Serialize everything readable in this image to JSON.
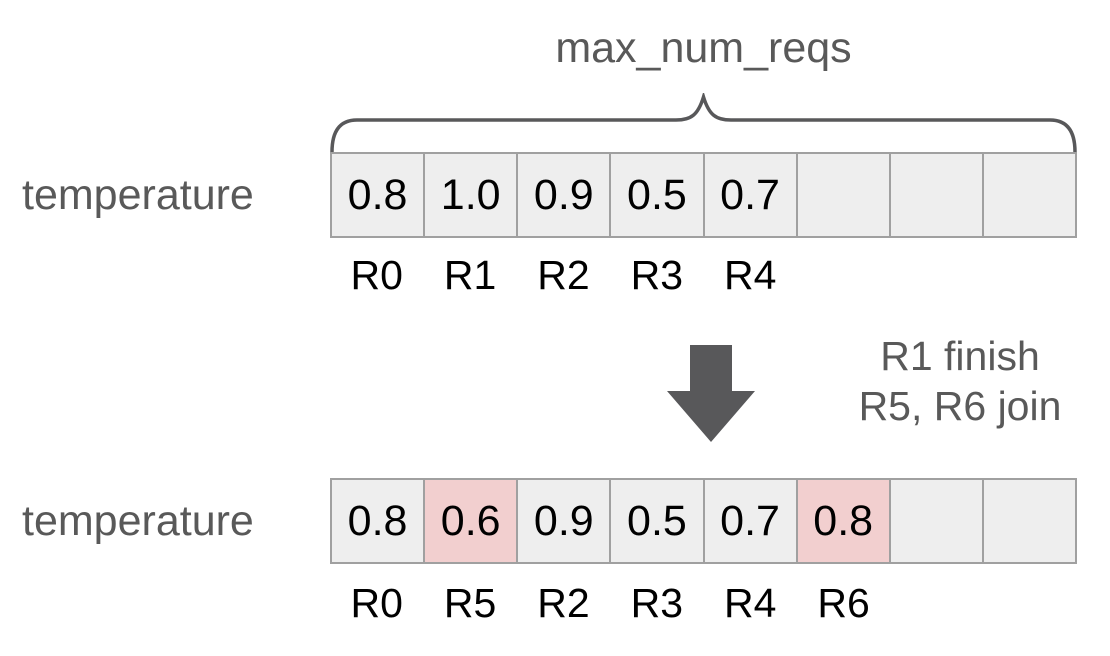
{
  "title": "max_num_reqs",
  "colors": {
    "background": "#ffffff",
    "cell_bg": "#eeeeee",
    "cell_highlight_bg": "#f2cfcf",
    "cell_border": "#a0a0a0",
    "muted_text": "#595959",
    "value_text": "#000000",
    "shape": "#58585a"
  },
  "before": {
    "label": "temperature",
    "cells": [
      {
        "value": "0.8",
        "highlight": false
      },
      {
        "value": "1.0",
        "highlight": false
      },
      {
        "value": "0.9",
        "highlight": false
      },
      {
        "value": "0.5",
        "highlight": false
      },
      {
        "value": "0.7",
        "highlight": false
      },
      {
        "value": "",
        "highlight": false
      },
      {
        "value": "",
        "highlight": false
      },
      {
        "value": "",
        "highlight": false
      }
    ],
    "request_ids": [
      "R0",
      "R1",
      "R2",
      "R3",
      "R4",
      "",
      "",
      ""
    ]
  },
  "transition": {
    "arrow_icon": "down-arrow",
    "lines": [
      "R1 finish",
      "R5, R6 join"
    ]
  },
  "after": {
    "label": "temperature",
    "cells": [
      {
        "value": "0.8",
        "highlight": false
      },
      {
        "value": "0.6",
        "highlight": true
      },
      {
        "value": "0.9",
        "highlight": false
      },
      {
        "value": "0.5",
        "highlight": false
      },
      {
        "value": "0.7",
        "highlight": false
      },
      {
        "value": "0.8",
        "highlight": true
      },
      {
        "value": "",
        "highlight": false
      },
      {
        "value": "",
        "highlight": false
      }
    ],
    "request_ids": [
      "R0",
      "R5",
      "R2",
      "R3",
      "R4",
      "R6",
      "",
      ""
    ]
  }
}
